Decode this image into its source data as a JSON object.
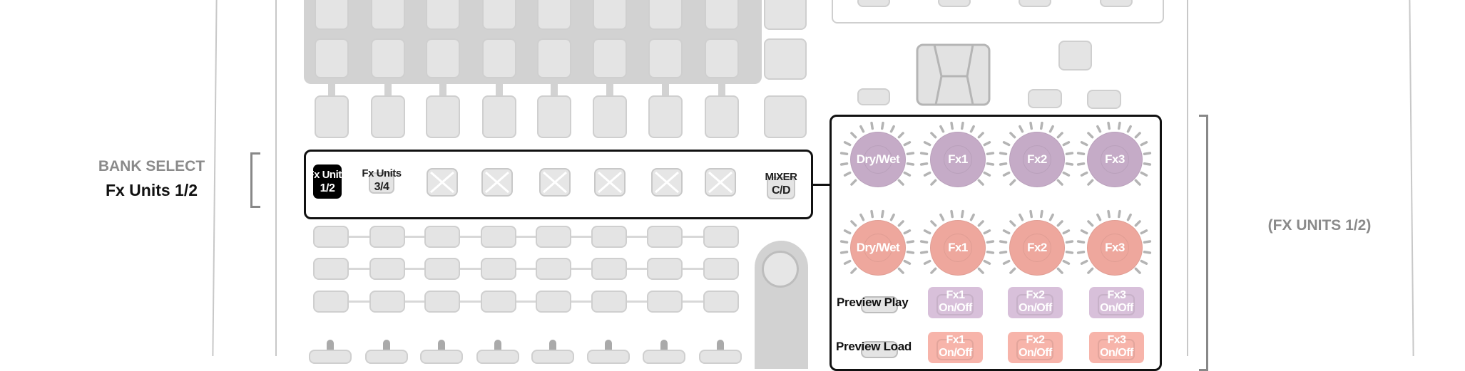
{
  "left_annotation": {
    "title": "BANK SELECT",
    "value": "Fx Units 1/2"
  },
  "right_annotation": {
    "label": "(FX UNITS 1/2)"
  },
  "bank_select": {
    "buttons": [
      {
        "line1": "Fx Units",
        "line2": "1/2",
        "active": true
      },
      {
        "line1": "Fx Units",
        "line2": "3/4",
        "active": false
      }
    ],
    "disabled_count": 6,
    "mixer": {
      "line1": "MIXER",
      "line2": "C/D"
    }
  },
  "fx_panel": {
    "row1_knobs": [
      "Dry/Wet",
      "Fx1",
      "Fx2",
      "Fx3"
    ],
    "row2_knobs": [
      "Dry/Wet",
      "Fx1",
      "Fx2",
      "Fx3"
    ],
    "preview_play": "Preview Play",
    "preview_load": "Preview Load",
    "row1_buttons": [
      {
        "line1": "Fx1",
        "line2": "On/Off"
      },
      {
        "line1": "Fx2",
        "line2": "On/Off"
      },
      {
        "line1": "Fx3",
        "line2": "On/Off"
      }
    ],
    "row2_buttons": [
      {
        "line1": "Fx1",
        "line2": "On/Off"
      },
      {
        "line1": "Fx2",
        "line2": "On/Off"
      },
      {
        "line1": "Fx3",
        "line2": "On/Off"
      }
    ]
  },
  "colors": {
    "unit1": "#c5abc7",
    "unit2": "#eea79d",
    "unit1_btn": "#d8c0da",
    "unit2_btn": "#f7b4aa",
    "active": "#000000"
  }
}
